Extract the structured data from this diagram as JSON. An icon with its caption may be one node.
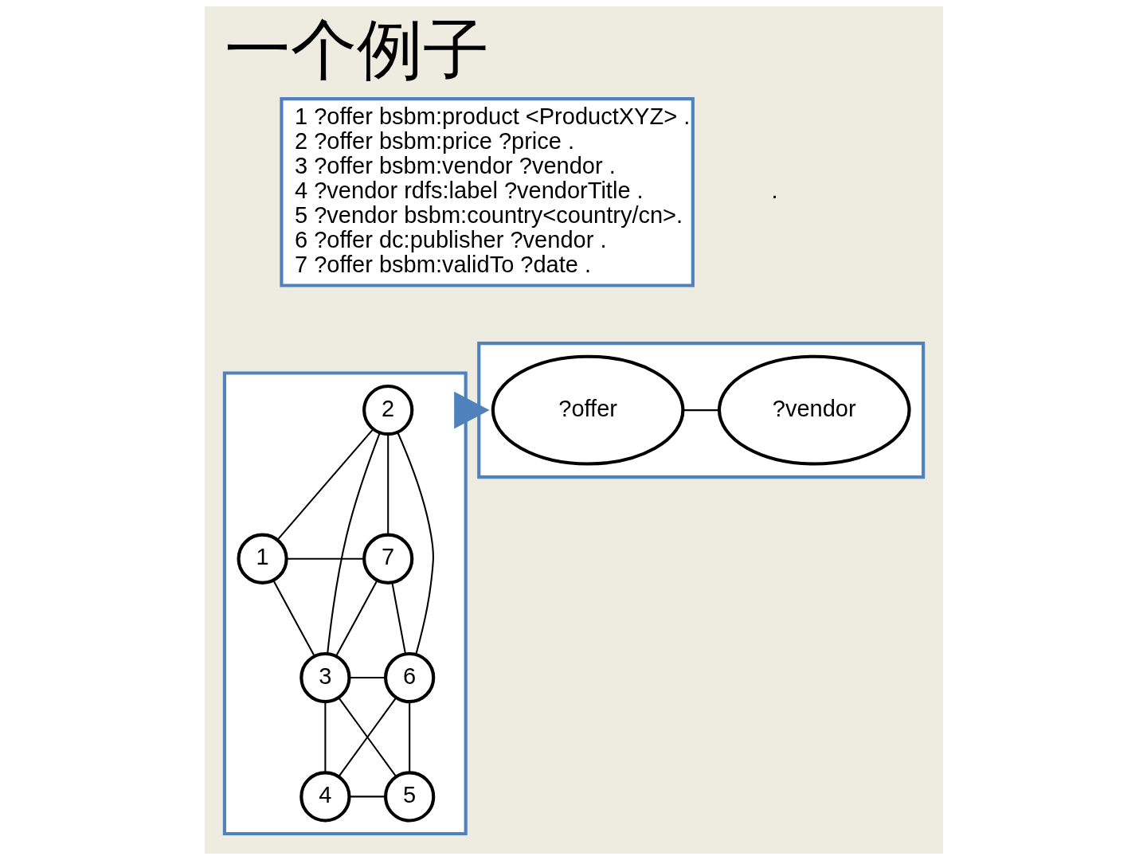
{
  "diagram": {
    "title": "一个例子",
    "nodes": [
      {
        "text": [
          "1 ?offer bsbm:product <ProductXYZ> .",
          "2 ?offer bsbm:price ?price .",
          "3 ?offer bsbm:vendor ?vendor .",
          "4 ?vendor rdfs:label ?vendorTitle .",
          "5 ?vendor bsbm:country<country/cn>.",
          "6 ?offer dc:publisher ?vendor .",
          "7 ?offer bsbm:validTo ?date ."
        ]
      },
      {
        "text": [],
        "shape": "box"
      },
      {
        "text": [
          "2"
        ],
        "in": 1
      },
      {
        "text": [
          "1"
        ],
        "in": 1
      },
      {
        "text": [
          "7"
        ],
        "in": 1
      },
      {
        "text": [
          "3"
        ],
        "in": 1
      },
      {
        "text": [
          "6"
        ],
        "in": 1
      },
      {
        "text": [
          "4"
        ],
        "in": 1
      },
      {
        "text": [
          "5"
        ],
        "in": 1
      },
      {
        "text": [],
        "shape": "box"
      },
      {
        "text": [
          "?offer"
        ],
        "in": 9
      },
      {
        "text": [
          "?vendor"
        ],
        "in": 9
      }
    ],
    "edges": [
      {
        "from": 2,
        "to": 3,
        "arrow": "none"
      },
      {
        "from": 2,
        "to": 5,
        "arrow": "none"
      },
      {
        "from": 2,
        "to": 6,
        "arrow": "none"
      },
      {
        "from": 2,
        "to": 4,
        "arrow": "none"
      },
      {
        "from": 3,
        "to": 4,
        "arrow": "none"
      },
      {
        "from": 3,
        "to": 5,
        "arrow": "none"
      },
      {
        "from": 4,
        "to": 5,
        "arrow": "none"
      },
      {
        "from": 4,
        "to": 6,
        "arrow": "none"
      },
      {
        "from": 5,
        "to": 6,
        "arrow": "none"
      },
      {
        "from": 5,
        "to": 7,
        "arrow": "none"
      },
      {
        "from": 5,
        "to": 8,
        "arrow": "none"
      },
      {
        "from": 6,
        "to": 7,
        "arrow": "none"
      },
      {
        "from": 6,
        "to": 8,
        "arrow": "none"
      },
      {
        "from": 7,
        "to": 8,
        "arrow": "none"
      },
      {
        "from": 1,
        "to": 9,
        "arrow": "to",
        "style": "thick",
        "color": "#4f81bd"
      },
      {
        "from": 10,
        "to": 11,
        "arrow": "none"
      }
    ],
    "labels": [
      "."
    ]
  }
}
